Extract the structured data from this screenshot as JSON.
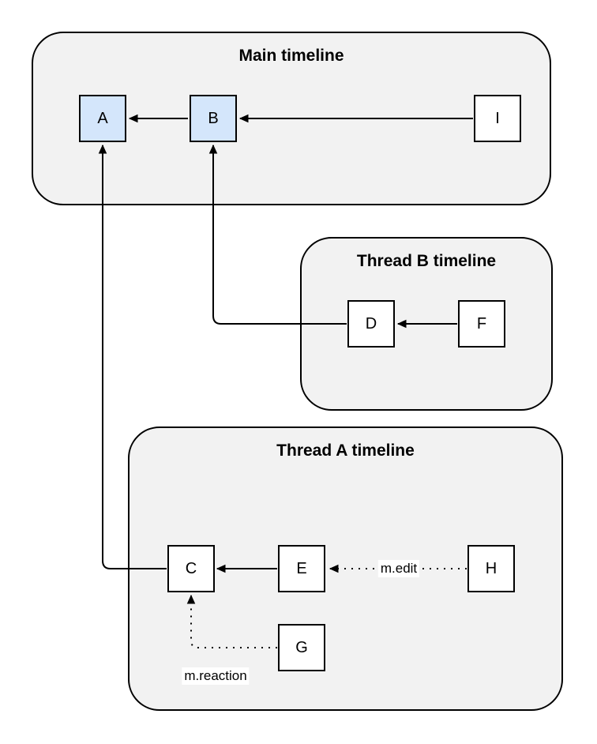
{
  "groups": [
    {
      "title": "Main timeline"
    },
    {
      "title": "Thread B timeline"
    },
    {
      "title": "Thread A timeline"
    }
  ],
  "nodes": {
    "a": "A",
    "b": "B",
    "i": "I",
    "d": "D",
    "f": "F",
    "c": "C",
    "e": "E",
    "h": "H",
    "g": "G"
  },
  "edge_labels": {
    "edit": "m.edit",
    "reaction": "m.reaction"
  },
  "colors": {
    "group_fill": "#f2f2f2",
    "group_stroke": "#000000",
    "node_fill": "#ffffff",
    "node_fill_highlight": "#d4e6fb",
    "node_stroke": "#000000",
    "edge_color": "#000000",
    "background": "#ffffff"
  }
}
